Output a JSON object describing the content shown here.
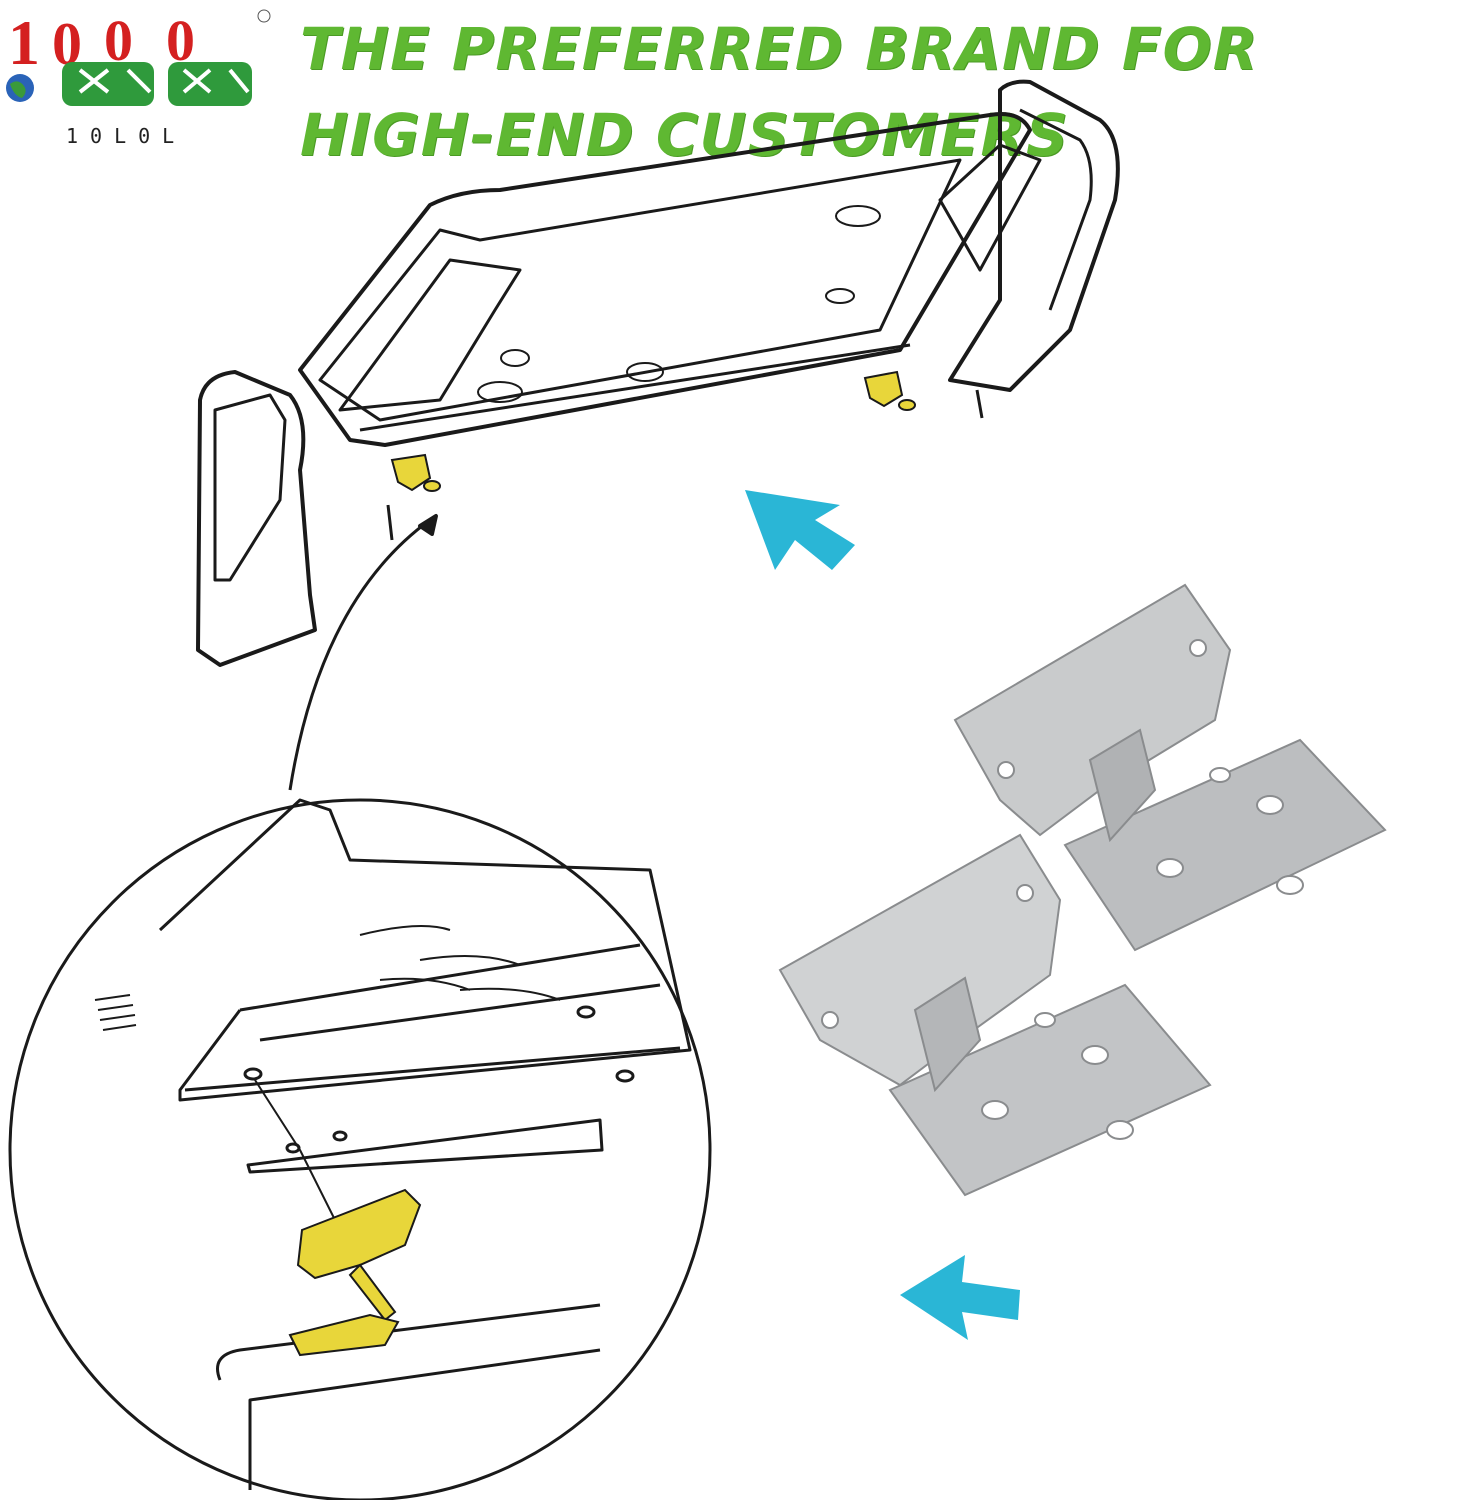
{
  "brand": {
    "logo_text": "10L0L",
    "registered_mark": "®",
    "logo_glyphs": [
      "1",
      "0",
      "L",
      "0",
      "L"
    ]
  },
  "headline": {
    "text": "THE PREFERRED BRAND FOR HIGH-END CUSTOMERS",
    "color": "#5fb832"
  },
  "illustration": {
    "accent_arrow_color": "#2ab6d6",
    "bracket_highlight_color": "#e8d63a",
    "hinge_color": "#c9cbcc",
    "icons": [
      "arrow-left-up-icon",
      "arrow-left-icon"
    ]
  }
}
